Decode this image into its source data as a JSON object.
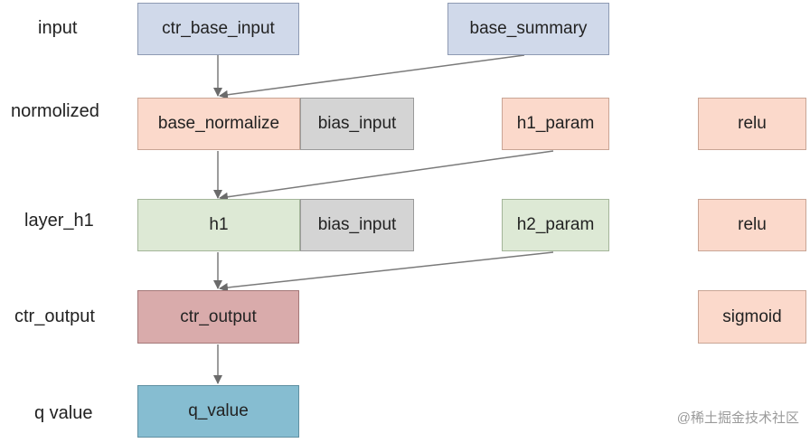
{
  "rows": {
    "input": "input",
    "normalized": "normolized",
    "layer_h1": "layer_h1",
    "ctr_output": "ctr_output",
    "q_value": "q value"
  },
  "nodes": {
    "ctr_base_input": "ctr_base_input",
    "base_summary": "base_summary",
    "base_normalize": "base_normalize",
    "bias_input_1": "bias_input",
    "h1_param": "h1_param",
    "relu_1": "relu",
    "h1": "h1",
    "bias_input_2": "bias_input",
    "h2_param": "h2_param",
    "relu_2": "relu",
    "ctr_output": "ctr_output",
    "sigmoid": "sigmoid",
    "q_value": "q_value"
  },
  "watermark": "@稀土掘金技术社区"
}
